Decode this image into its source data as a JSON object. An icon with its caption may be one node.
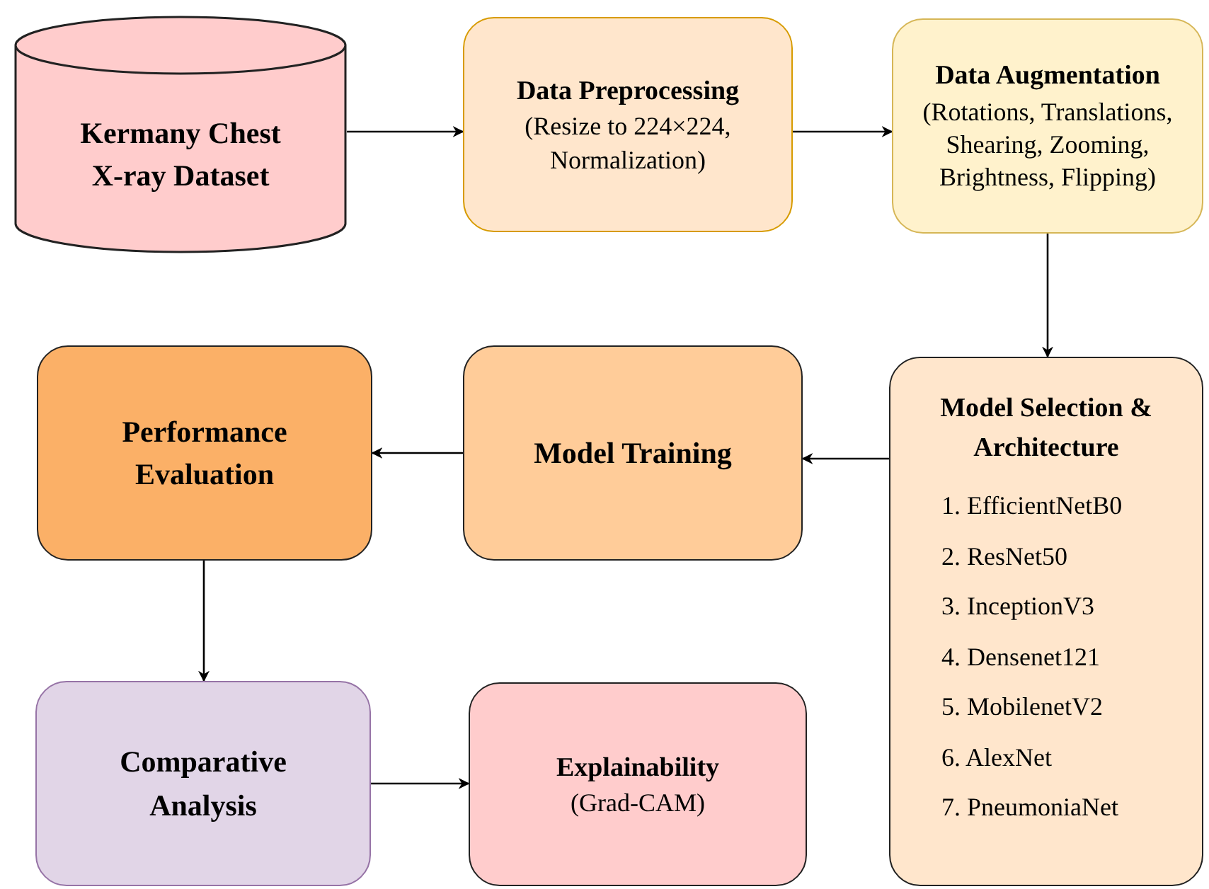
{
  "diagram": {
    "nodes": [
      {
        "text": [
          "Kermany Chest X-ray Dataset"
        ]
      },
      {
        "text": [
          "Data Preprocessing",
          "(Resize to 224×224, Normalization)"
        ]
      },
      {
        "text": [
          "Data Augmentation",
          "(Rotations, Translations, Shearing, Zooming, Brightness, Flipping)"
        ]
      },
      {
        "text": [
          "Model Selection & Architecture",
          "1. EfficientNetB0",
          "2. ResNet50",
          "3. InceptionV3",
          "4. Densenet121",
          "5. MobilenetV2",
          "6. AlexNet",
          "7. PneumoniaNet"
        ]
      },
      {
        "text": [
          "Model Training"
        ]
      },
      {
        "text": [
          "Performance Evaluation"
        ]
      },
      {
        "text": [
          "Comparative Analysis"
        ]
      },
      {
        "text": [
          "Explainability",
          "(Grad-CAM)"
        ]
      }
    ],
    "edges": [
      {
        "from": 0,
        "to": 1,
        "arrow": "to"
      },
      {
        "from": 1,
        "to": 2,
        "arrow": "to"
      },
      {
        "from": 2,
        "to": 3,
        "arrow": "to"
      },
      {
        "from": 3,
        "to": 4,
        "arrow": "to"
      },
      {
        "from": 4,
        "to": 5,
        "arrow": "to"
      },
      {
        "from": 5,
        "to": 6,
        "arrow": "to"
      },
      {
        "from": 6,
        "to": 7,
        "arrow": "to"
      }
    ]
  }
}
